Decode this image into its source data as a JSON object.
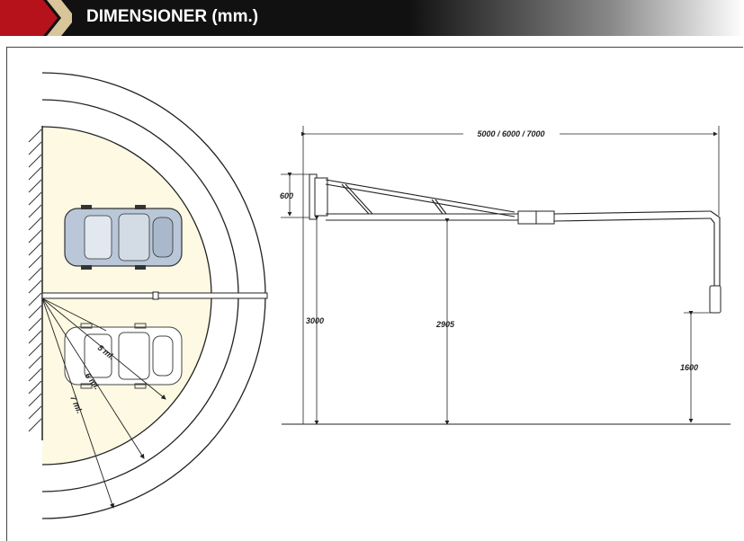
{
  "header": {
    "title": "DIMENSIONER (mm.)",
    "accent_color": "#b5121b",
    "chevron_color": "#d9c59a"
  },
  "plan": {
    "radius_labels": [
      "5 ml.",
      "6 ml.",
      "7 ml."
    ],
    "zone_color": "#fdf9e3"
  },
  "elevation": {
    "length_label": "5000 / 6000 / 7000",
    "height_600": "600",
    "height_3000": "3000",
    "height_2905": "2905",
    "height_1600": "1600"
  }
}
